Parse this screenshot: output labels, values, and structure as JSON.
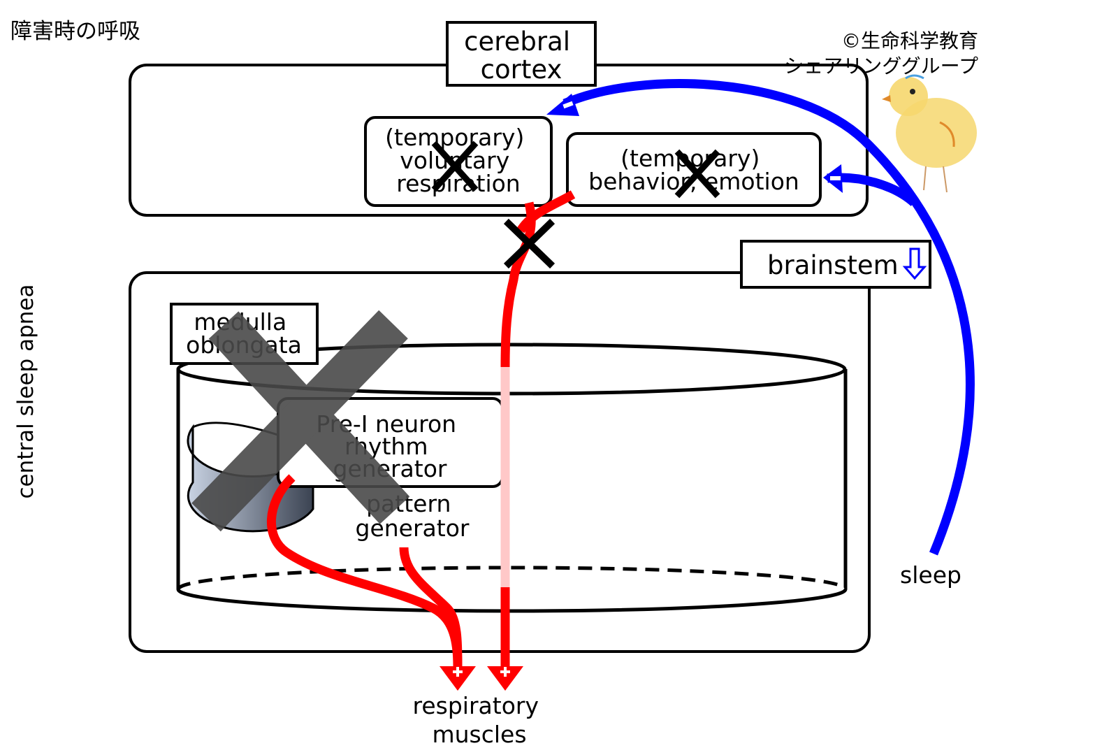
{
  "header": {
    "title": "障害時の呼吸",
    "copyright_line1": "©生命科学教育",
    "copyright_line2": "シェアリンググループ"
  },
  "side_label": "central sleep apnea",
  "regions": {
    "cortex_label": [
      "cerebral",
      "cortex"
    ],
    "voluntary": [
      "(temporary)",
      "voluntary",
      "respiration"
    ],
    "behavior": [
      "(temporary)",
      "behavior, emotion"
    ],
    "brainstem_label": "brainstem",
    "medulla_label": [
      "medulla",
      "oblongata"
    ],
    "rhythm": [
      "Pre-I neuron",
      "rhythm",
      "generator"
    ],
    "pattern": [
      "pattern",
      "generator"
    ]
  },
  "outputs": {
    "muscles": [
      "respiratory",
      "muscles"
    ],
    "sleep": "sleep"
  },
  "colors": {
    "excitatory": "#ff0000",
    "excitatory_faded": "#ffc8c8",
    "inhibitory": "#0000ff",
    "block_mark": "#000000",
    "big_block_mark": "#4a4a4a",
    "box_stroke": "#000000"
  },
  "icons": {
    "plus": "plus-icon",
    "minus": "minus-icon",
    "cross": "cross-icon",
    "down_arrow": "down-arrow-icon",
    "chick": "chick-icon"
  }
}
